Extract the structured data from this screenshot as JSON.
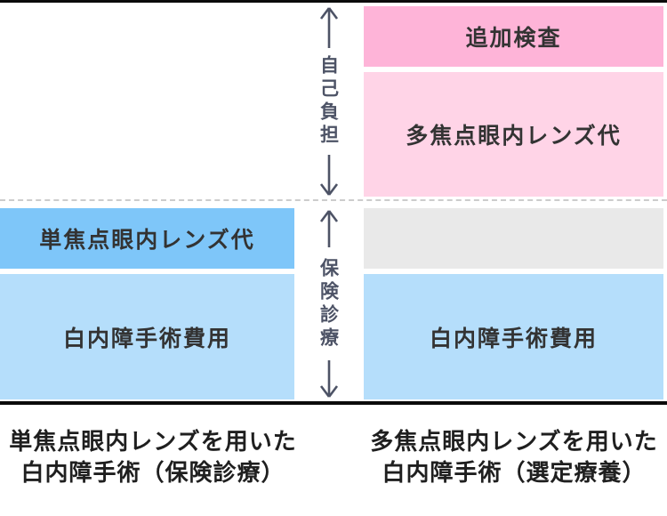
{
  "axes": {
    "self_pay_label": "自己負担",
    "insurance_label": "保険診療"
  },
  "columns": {
    "monofocal": {
      "lens_fee": "単焦点眼内レンズ代",
      "surgery_cost": "白内障手術費用",
      "caption_line1": "単焦点眼内レンズを用いた",
      "caption_line2": "白内障手術（保険診療）"
    },
    "multifocal": {
      "additional_exam": "追加検査",
      "lens_fee": "多焦点眼内レンズ代",
      "surgery_cost": "白内障手術費用",
      "caption_line1": "多焦点眼内レンズを用いた",
      "caption_line2": "白内障手術（選定療養）"
    }
  },
  "colors": {
    "pink_dark": "#feb4d8",
    "pink_light": "#ffd4e7",
    "blue_medium": "#7ec6f9",
    "blue_light": "#b5defb",
    "gray_box": "#e9e9e9",
    "axis_text": "#4d5366",
    "divider_black": "#0b0b0b",
    "divider_dashed": "#cccccc"
  }
}
